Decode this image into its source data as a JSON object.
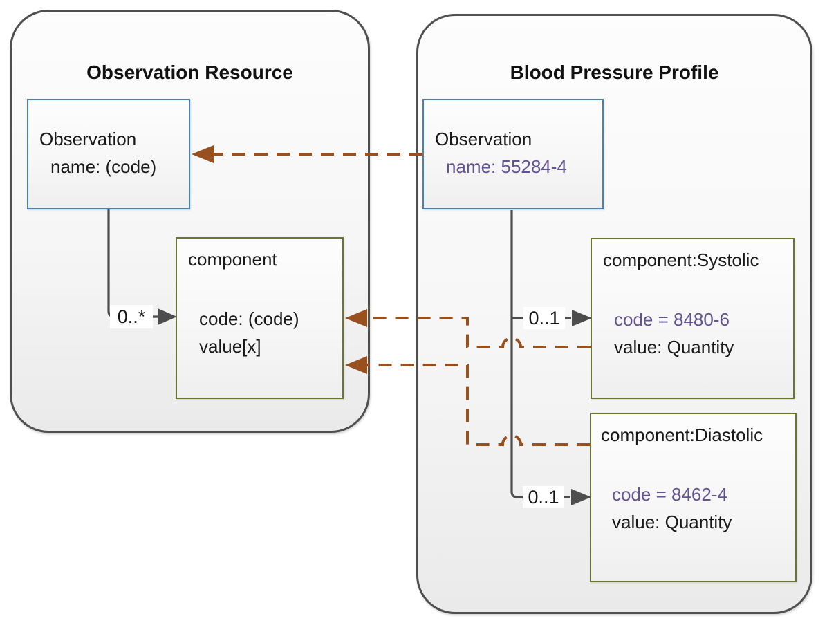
{
  "left_panel": {
    "title": "Observation Resource",
    "observation_box": {
      "line1": "Observation",
      "line2": "name: (code)"
    },
    "component_box": {
      "title": "component",
      "attr1": "code: (code)",
      "attr2": "value[x]"
    },
    "multiplicity": "0..*"
  },
  "right_panel": {
    "title": "Blood Pressure Profile",
    "observation_box": {
      "line1": "Observation",
      "line2": "name: 55284-4"
    },
    "systolic_box": {
      "title": "component:Systolic",
      "attr1": "code = 8480-6",
      "attr2": "value: Quantity"
    },
    "diastolic_box": {
      "title": "component:Diastolic",
      "attr1": "code = 8462-4",
      "attr2": "value: Quantity"
    },
    "systolic_multiplicity": "0..1",
    "diastolic_multiplicity": "0..1"
  },
  "colors": {
    "mapping_arrow_brown": "#99501f",
    "fixed_value_purple": "#645394",
    "observation_border_blue": "#4a80b8",
    "component_border_olive": "#6b7433",
    "connector_gray": "#4d4d4d"
  }
}
